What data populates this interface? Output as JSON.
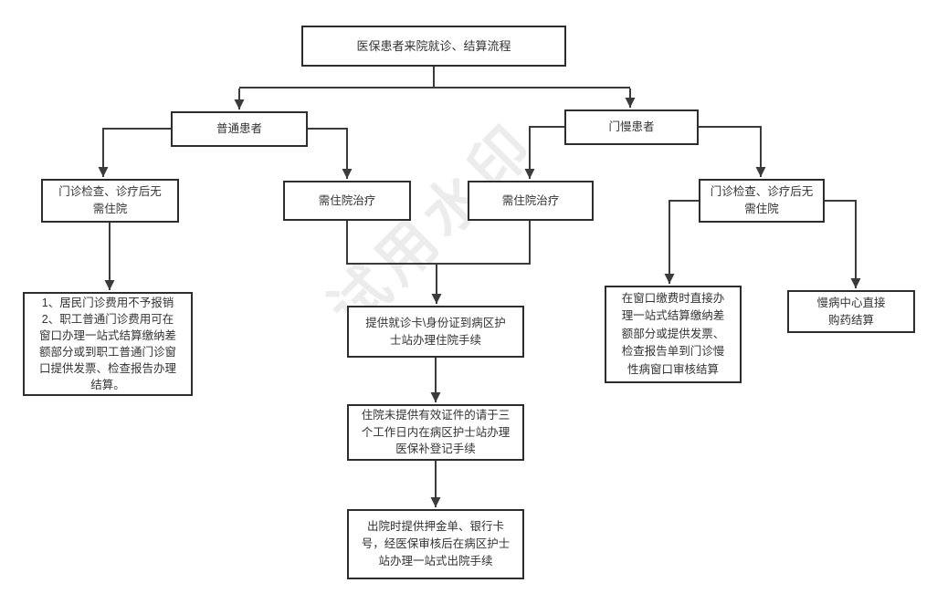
{
  "diagram": {
    "watermark": "试用水印",
    "colors": {
      "background": "#ffffff",
      "node_border": "#2d2d2d",
      "connector_line": "#3b3b3b",
      "text": "#333333",
      "watermark_gray": "#e5e5e5"
    },
    "nodes": [
      {
        "id": "start",
        "label": "医保患者来院就诊、结算流程"
      },
      {
        "id": "ordinary-patient",
        "label": "普通患者"
      },
      {
        "id": "chronic-outpatient",
        "label": "门慢患者"
      },
      {
        "id": "ordinary-no-admission",
        "label": "门诊检查、诊疗后无\n需住院"
      },
      {
        "id": "ordinary-need-admission",
        "label": "需住院治疗"
      },
      {
        "id": "chronic-need-admission",
        "label": "需住院治疗"
      },
      {
        "id": "chronic-no-admission",
        "label": "门诊检查、诊疗后无\n需住院"
      },
      {
        "id": "ordinary-outpatient-settlement",
        "label": "1、居民门诊费用不予报销\n2、职工普通门诊费用可在\n窗口办理一站式结算缴纳差\n额部分或到职工普通门诊窗\n口提供发票、检查报告办理\n结算。"
      },
      {
        "id": "admission-procedure",
        "label": "提供就诊卡\\身份证到病区护\n士站办理住院手续"
      },
      {
        "id": "late-registration",
        "label": "住院未提供有效证件的请于三\n个工作日内在病区护士站办理\n医保补登记手续"
      },
      {
        "id": "discharge-procedure",
        "label": "出院时提供押金单、银行卡\n号，经医保审核后在病区护士\n站办理一站式出院手续"
      },
      {
        "id": "chronic-window-settlement",
        "label": "在窗口缴费时直接办\n理一站式结算缴纳差\n额部分或提供发票、\n检查报告单到门诊慢\n性病窗口审核结算"
      },
      {
        "id": "chronic-center-purchase",
        "label": "慢病中心直接\n购药结算"
      }
    ]
  }
}
